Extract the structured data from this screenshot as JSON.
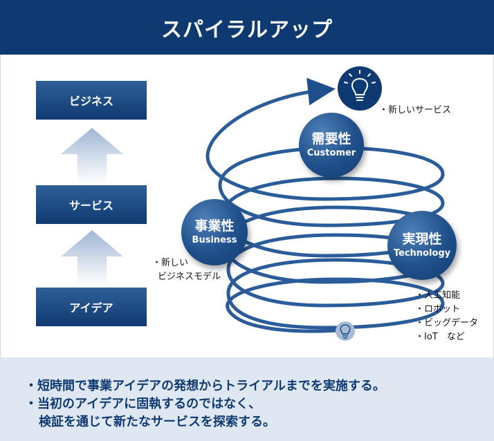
{
  "header": {
    "title": "スパイラルアップ"
  },
  "stages": {
    "top": "ビジネス",
    "middle": "サービス",
    "bottom": "アイデア"
  },
  "bubbles": {
    "demand": {
      "title": "需要性",
      "subtitle": "Customer"
    },
    "business": {
      "title": "事業性",
      "subtitle": "Business"
    },
    "tech": {
      "title": "実現性",
      "subtitle": "Technology"
    }
  },
  "notes": {
    "new_service": "・新しいサービス",
    "business_model_line1": "・新しい",
    "business_model_line2": "ビジネスモデル",
    "tech_items": [
      "・人工知能",
      "・ロボット",
      "・ビッグデータ",
      "・IoT　など"
    ]
  },
  "footer": {
    "line1": "・短時間で事業アイデアの発想からトライアルまでを実施する。",
    "line2": "・当初のアイデアに固執するのではなく、",
    "line3": "検証を通じて新たなサービスを探索する。"
  },
  "colors": {
    "navy": "#0f3a71",
    "spiral": "#1f4f8a",
    "footer_bg": "#dfe8f2"
  },
  "icons": {
    "top": "lightbulb-icon",
    "bottom": "lightbulb-icon"
  }
}
